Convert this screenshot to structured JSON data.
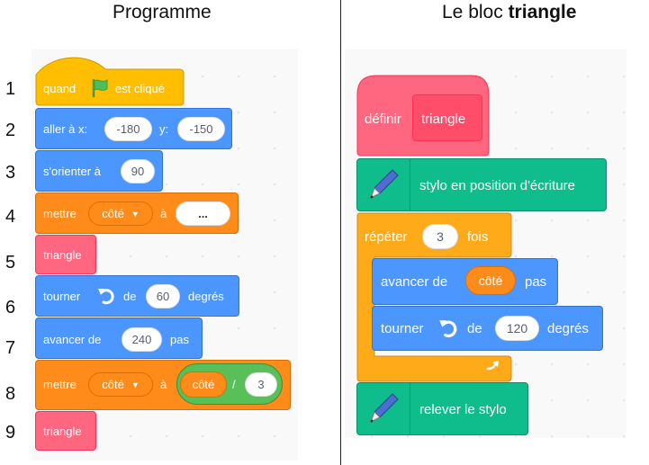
{
  "titles": {
    "left": "Programme",
    "right_prefix": "Le bloc ",
    "right_bold": "triangle"
  },
  "line_numbers": [
    "1",
    "2",
    "3",
    "4",
    "5",
    "6",
    "7",
    "8",
    "9"
  ],
  "program": {
    "b1": {
      "label1": "quand",
      "label2": "est cliqué"
    },
    "b2": {
      "label1": "aller à x:",
      "x": "-180",
      "label2": "y:",
      "y": "-150"
    },
    "b3": {
      "label": "s'orienter à",
      "value": "90"
    },
    "b4": {
      "label": "mettre",
      "var": "côté",
      "label2": "à",
      "value": "..."
    },
    "b5": {
      "label": "triangle"
    },
    "b6": {
      "label1": "tourner",
      "label2": "de",
      "value": "60",
      "label3": "degrés"
    },
    "b7": {
      "label1": "avancer de",
      "value": "240",
      "label2": "pas"
    },
    "b8": {
      "label": "mettre",
      "var": "côté",
      "label2": "à",
      "op_left": "côté",
      "op": "/",
      "op_right": "3"
    },
    "b9": {
      "label": "triangle"
    }
  },
  "definition": {
    "define": {
      "label": "définir",
      "name": "triangle"
    },
    "pen_down": {
      "label": "stylo en position d'écriture"
    },
    "repeat": {
      "label1": "répéter",
      "value": "3",
      "label2": "fois"
    },
    "move": {
      "label1": "avancer de",
      "var": "côté",
      "label2": "pas"
    },
    "turn": {
      "label1": "tourner",
      "label2": "de",
      "value": "120",
      "label3": "degrés"
    },
    "pen_up": {
      "label": "relever le stylo"
    }
  },
  "colors": {
    "motion": "#4c97ff",
    "variables": "#ff8c1a",
    "events": "#ffbf00",
    "custom": "#ff6680",
    "pen": "#0fbd8c",
    "operators": "#59c059"
  }
}
